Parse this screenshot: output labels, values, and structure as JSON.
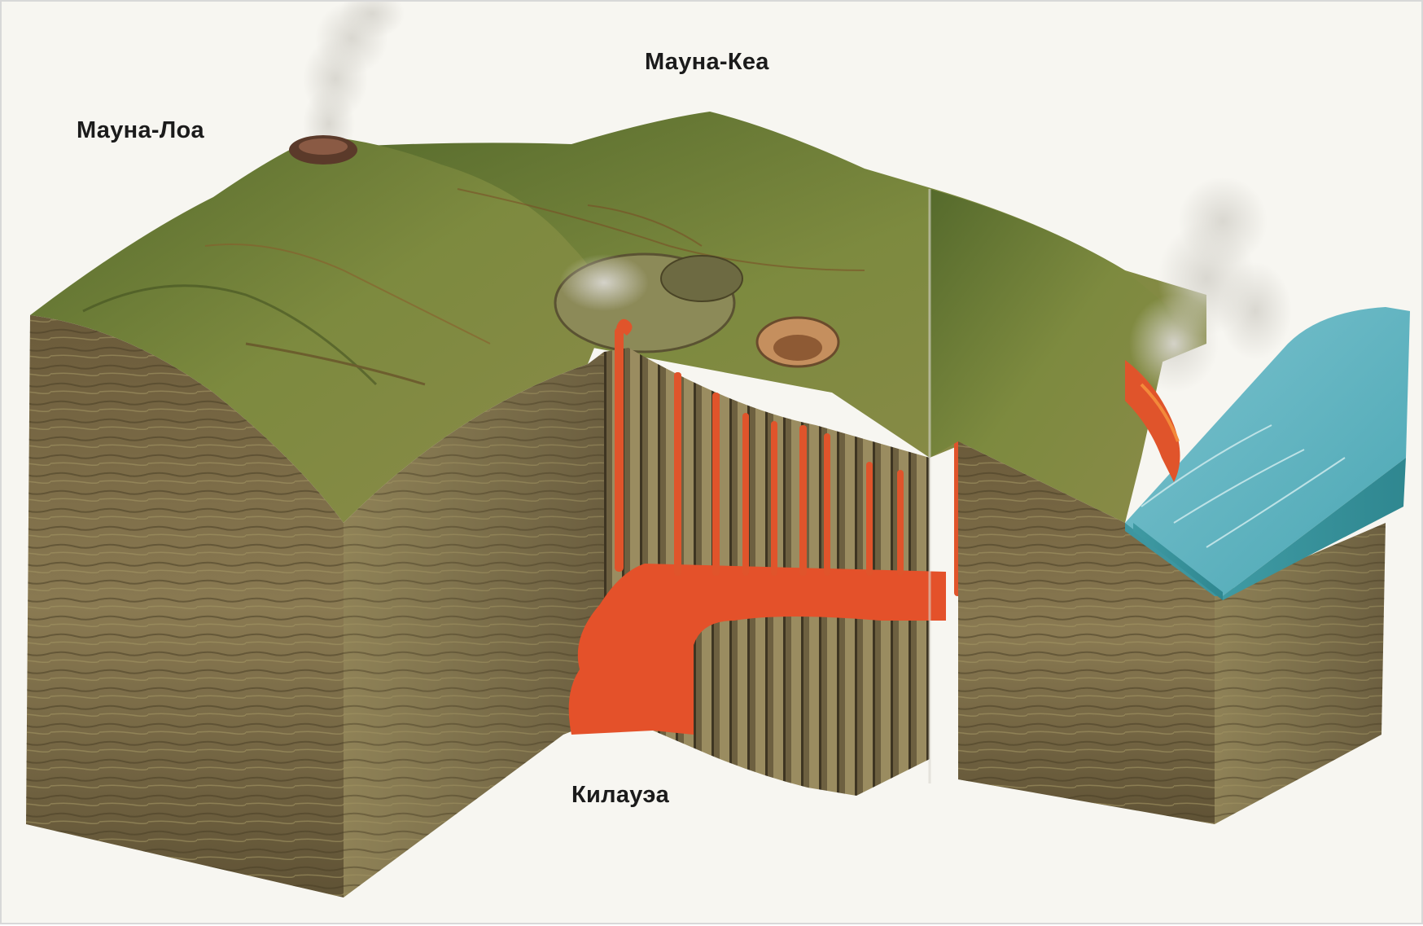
{
  "labels": {
    "mauna_loa": "Мауна-Лоа",
    "mauna_kea": "Мауна-Кеа",
    "kilauea": "Килауэа"
  },
  "colors": {
    "background": "#f7f6f1",
    "vegetation": "#6f7d3b",
    "rock_strata": "#7b6a45",
    "magma": "#e4512a",
    "ocean": "#4aa6b3",
    "smoke": "#c9c7bf"
  }
}
